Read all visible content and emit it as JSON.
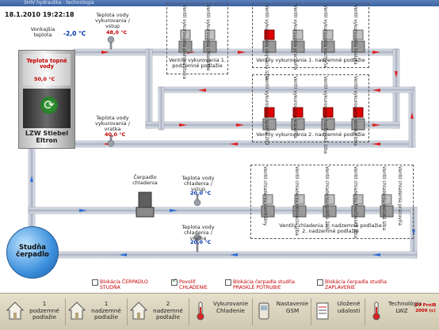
{
  "window_title": "SHIV hydraulika - technologia",
  "datetime": "18.1.2010 19:22:18",
  "outdoor": {
    "label": "Vonkajšia teplota",
    "value": "-2,0 °C"
  },
  "heating_supply": {
    "label": "Teplota vody vykurovania / vstup",
    "value": "48,0 °C"
  },
  "heating_return": {
    "label": "Teplota vody vykurovania / vratka",
    "value": "40,0 °C"
  },
  "boiler": {
    "temp_label": "Teplota topné vody",
    "temp_value": "50,0 °C",
    "name": "LZW Stiebel Eltron"
  },
  "cooling_pump_label": "Čerpadlo chladenia",
  "cooling_supply": {
    "label": "Teplota vody chladenia / vstup",
    "value": "20,0 °C"
  },
  "cooling_return": {
    "label": "Teplota vody chladenia / vratka",
    "value": "20,0 °C"
  },
  "well_pump_label": "Studňa čerpadlo",
  "groups": {
    "basement": {
      "label": "Ventily vykurovania 1. podzemné podlažie",
      "valves": [
        "Ventil vykurovania pivnica stena",
        "Ventil vykurovania chladenie"
      ]
    },
    "floor1": {
      "label": "Ventily vykurovania 1. nadzemné podlažie",
      "valves": [
        "Ventil vykurovania obývacia izba",
        "Ventil vykurovania pracovňa",
        "Ventil vykurovania kuchyňa",
        "Ventil vykurovania toaleta"
      ]
    },
    "floor2": {
      "label": "Ventily vykurovania 2. nadzemné podlažie",
      "valves": [
        "Ventil vykurovania spálňa 203",
        "Ventil vykurovania kúpeľňa",
        "Ventil vykurovania hosťovská izba",
        "Ventil vykurovania detská izba"
      ]
    },
    "cooling": {
      "label": "Ventily chladenia 1. nadzemné podlažie 2. nadzemné podlažie",
      "valves": [
        "Ventil chladenia centrálny",
        "Ventil chladenia obývacia izba",
        "Ventil chladenia spálňa 203",
        "Ventil chladenia hosťovská izba",
        "Ventil chladenia detská izba",
        "Ventil chladenia pracovňa"
      ]
    }
  },
  "checkboxes": [
    {
      "label": "Blokácia ČERPADLO STUDŇA",
      "checked": false
    },
    {
      "label": "Povoliť CHLADENIE",
      "checked": true
    },
    {
      "label": "Blokácia čerpadla studňa PRASKLÉ POTRUBIE",
      "checked": false
    },
    {
      "label": "Blokácia čerpadla studňa ZAPLAVENIE",
      "checked": false
    }
  ],
  "nav": [
    {
      "label": "1 podzemné podlažie",
      "icon": "house-icon"
    },
    {
      "label": "1 nadzemné podlažie",
      "icon": "house-icon"
    },
    {
      "label": "2 nadzemné podlažie",
      "icon": "house-icon"
    },
    {
      "label": "Vykurovanie Chladenie",
      "icon": "thermometer-icon"
    },
    {
      "label": "Nastavenie GSM",
      "icon": "gsm-icon"
    },
    {
      "label": "Uložené udalosti",
      "icon": "events-icon"
    },
    {
      "label": "Technológia LWZ",
      "icon": "thermometer-icon"
    }
  ],
  "version": "SV ProIB 2009 (c)",
  "colors": {
    "hot_arrow": "#e02020",
    "cold_arrow": "#2c6fd6",
    "valve_active": "#e00000",
    "valve_idle": "#b9b9b9",
    "pipe": "#c9ced8"
  }
}
